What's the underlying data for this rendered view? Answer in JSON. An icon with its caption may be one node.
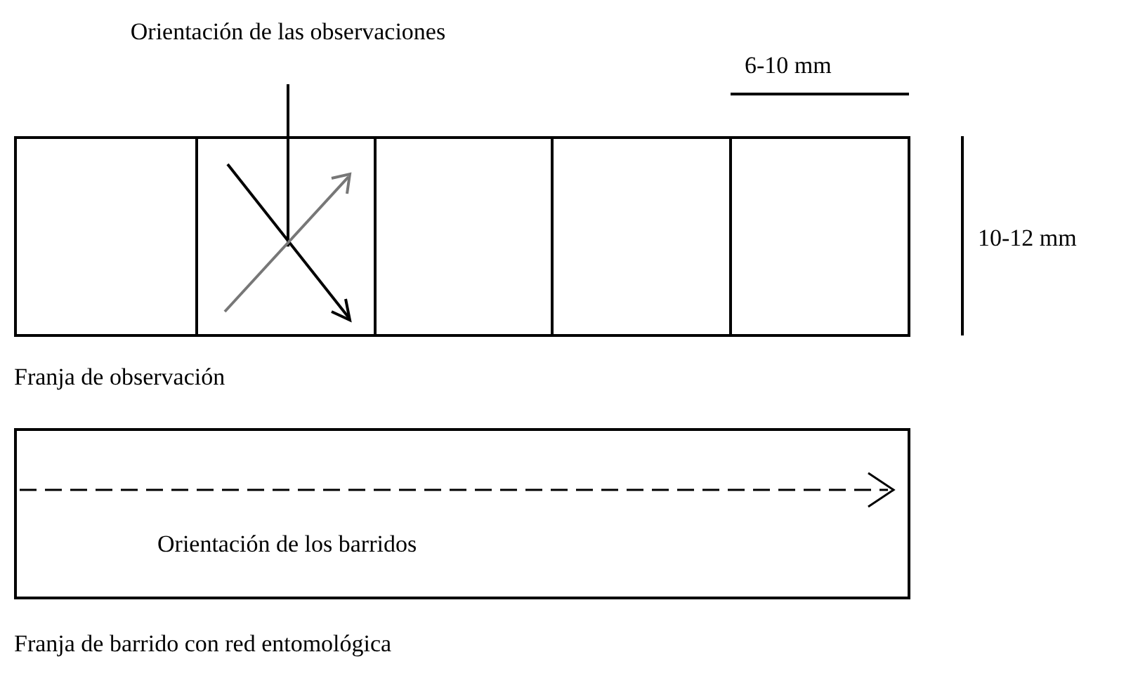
{
  "diagram": {
    "nodes": [
      {
        "text": [
          "Orientación de las observaciones"
        ]
      },
      {
        "text": [],
        "shape": "box",
        "beside": [
          "Franja de observación"
        ]
      },
      {
        "text": [
          "Orientación de los barridos"
        ],
        "beside": [
          "Franja de barrido con red entomológica"
        ]
      }
    ],
    "edges": [
      {
        "from": 0,
        "to": 1,
        "arrow": "none"
      }
    ],
    "labels": [
      "6-10 mm",
      "10-12 mm"
    ]
  }
}
